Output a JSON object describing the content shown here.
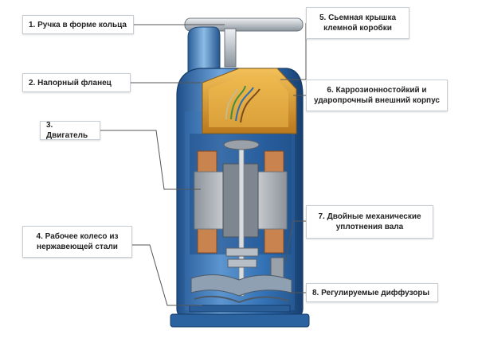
{
  "labels": [
    {
      "id": 1,
      "text": "1. Ручка в форме кольца"
    },
    {
      "id": 2,
      "text": "2. Напорный фланец"
    },
    {
      "id": 3,
      "text": "3. Двигатель"
    },
    {
      "id": 4,
      "line1": "4. Рабочее колесо из",
      "line2": "нержавеющей стали"
    },
    {
      "id": 5,
      "line1": "5. Сьемная крышка",
      "line2": "клемной коробки"
    },
    {
      "id": 6,
      "line1": "6. Каррозионностойкий и",
      "line2": "ударопрочный внешний корпус"
    },
    {
      "id": 7,
      "line1": "7. Двойные механические",
      "line2": "уплотнения вала"
    },
    {
      "id": 8,
      "text": "8. Регулируемые диффузоры"
    }
  ],
  "colors": {
    "housing": "#2f6fb3",
    "housing_light": "#6fa6dc",
    "cover": "#e2a53a",
    "stator": "#c9ccd1",
    "winding": "#b86b3a",
    "line": "#555555"
  }
}
